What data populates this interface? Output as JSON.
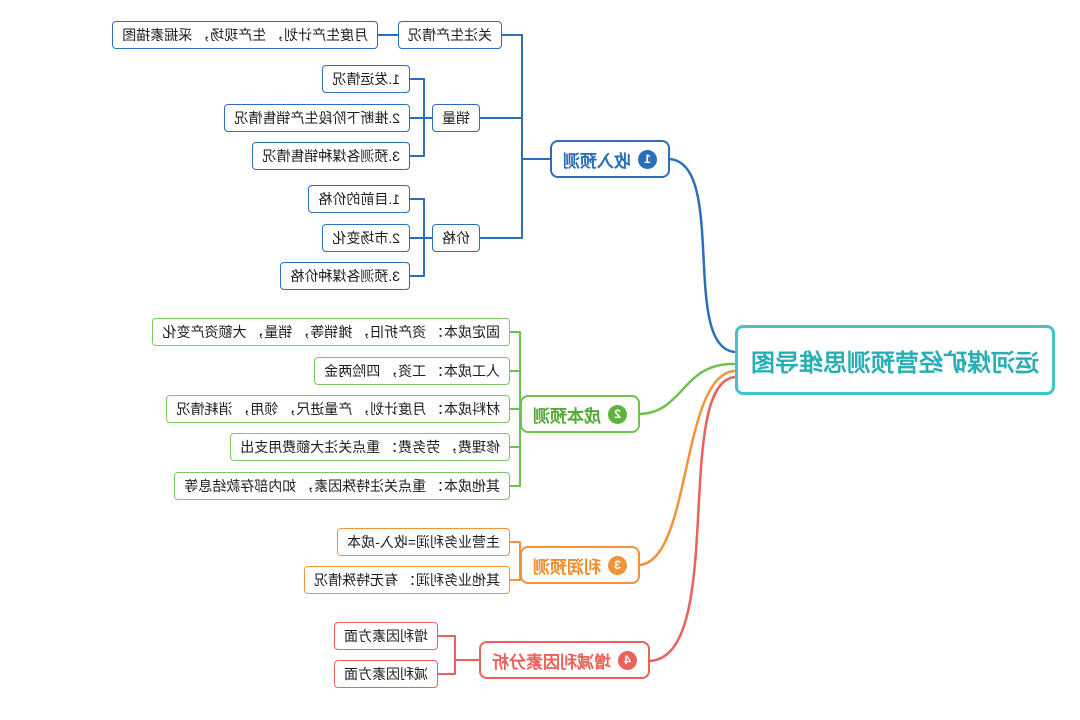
{
  "colors": {
    "root_border": "#45c3c6",
    "root_text": "#28aeb4",
    "income": "#2a6fba",
    "cost": "#6cc24a",
    "profit": "#f0943c",
    "factors": "#e8635a"
  },
  "root": {
    "label": "运河煤矿经营预测思维导图"
  },
  "branches": [
    {
      "badge": "1",
      "label": "收入预测",
      "children": [
        {
          "label": "关注生产情况",
          "children": [
            {
              "label": "月度生产计划， 生产现场， 采掘素描图"
            }
          ]
        },
        {
          "label": "销量",
          "children": [
            {
              "label": "1.发运情况"
            },
            {
              "label": "2.推断下阶段生产销售情况"
            },
            {
              "label": "3.预测各煤种销售情况"
            }
          ]
        },
        {
          "label": "价格",
          "children": [
            {
              "label": "1.目前的价格"
            },
            {
              "label": "2.市场变化"
            },
            {
              "label": "3.预测各煤种价格"
            }
          ]
        }
      ]
    },
    {
      "badge": "2",
      "label": "成本预测",
      "children": [
        {
          "label": "固定成本： 资产折旧， 摊销等， 销量， 大额资产变化"
        },
        {
          "label": "人工成本： 工资， 四险两金"
        },
        {
          "label": "材料成本： 月度计划， 产量进尺， 领用， 消耗情况"
        },
        {
          "label": "修理费， 劳务费： 重点关注大额费用支出"
        },
        {
          "label": "其他成本： 重点关注特殊因素， 如内部存款结息等"
        }
      ]
    },
    {
      "badge": "3",
      "label": "利润预测",
      "children": [
        {
          "label": "主营业务利润=收入-成本"
        },
        {
          "label": "其他业务利润： 有无特殊情况"
        }
      ]
    },
    {
      "badge": "4",
      "label": "增减利因素分析",
      "children": [
        {
          "label": "增利因素方面"
        },
        {
          "label": "减利因素方面"
        }
      ]
    }
  ]
}
